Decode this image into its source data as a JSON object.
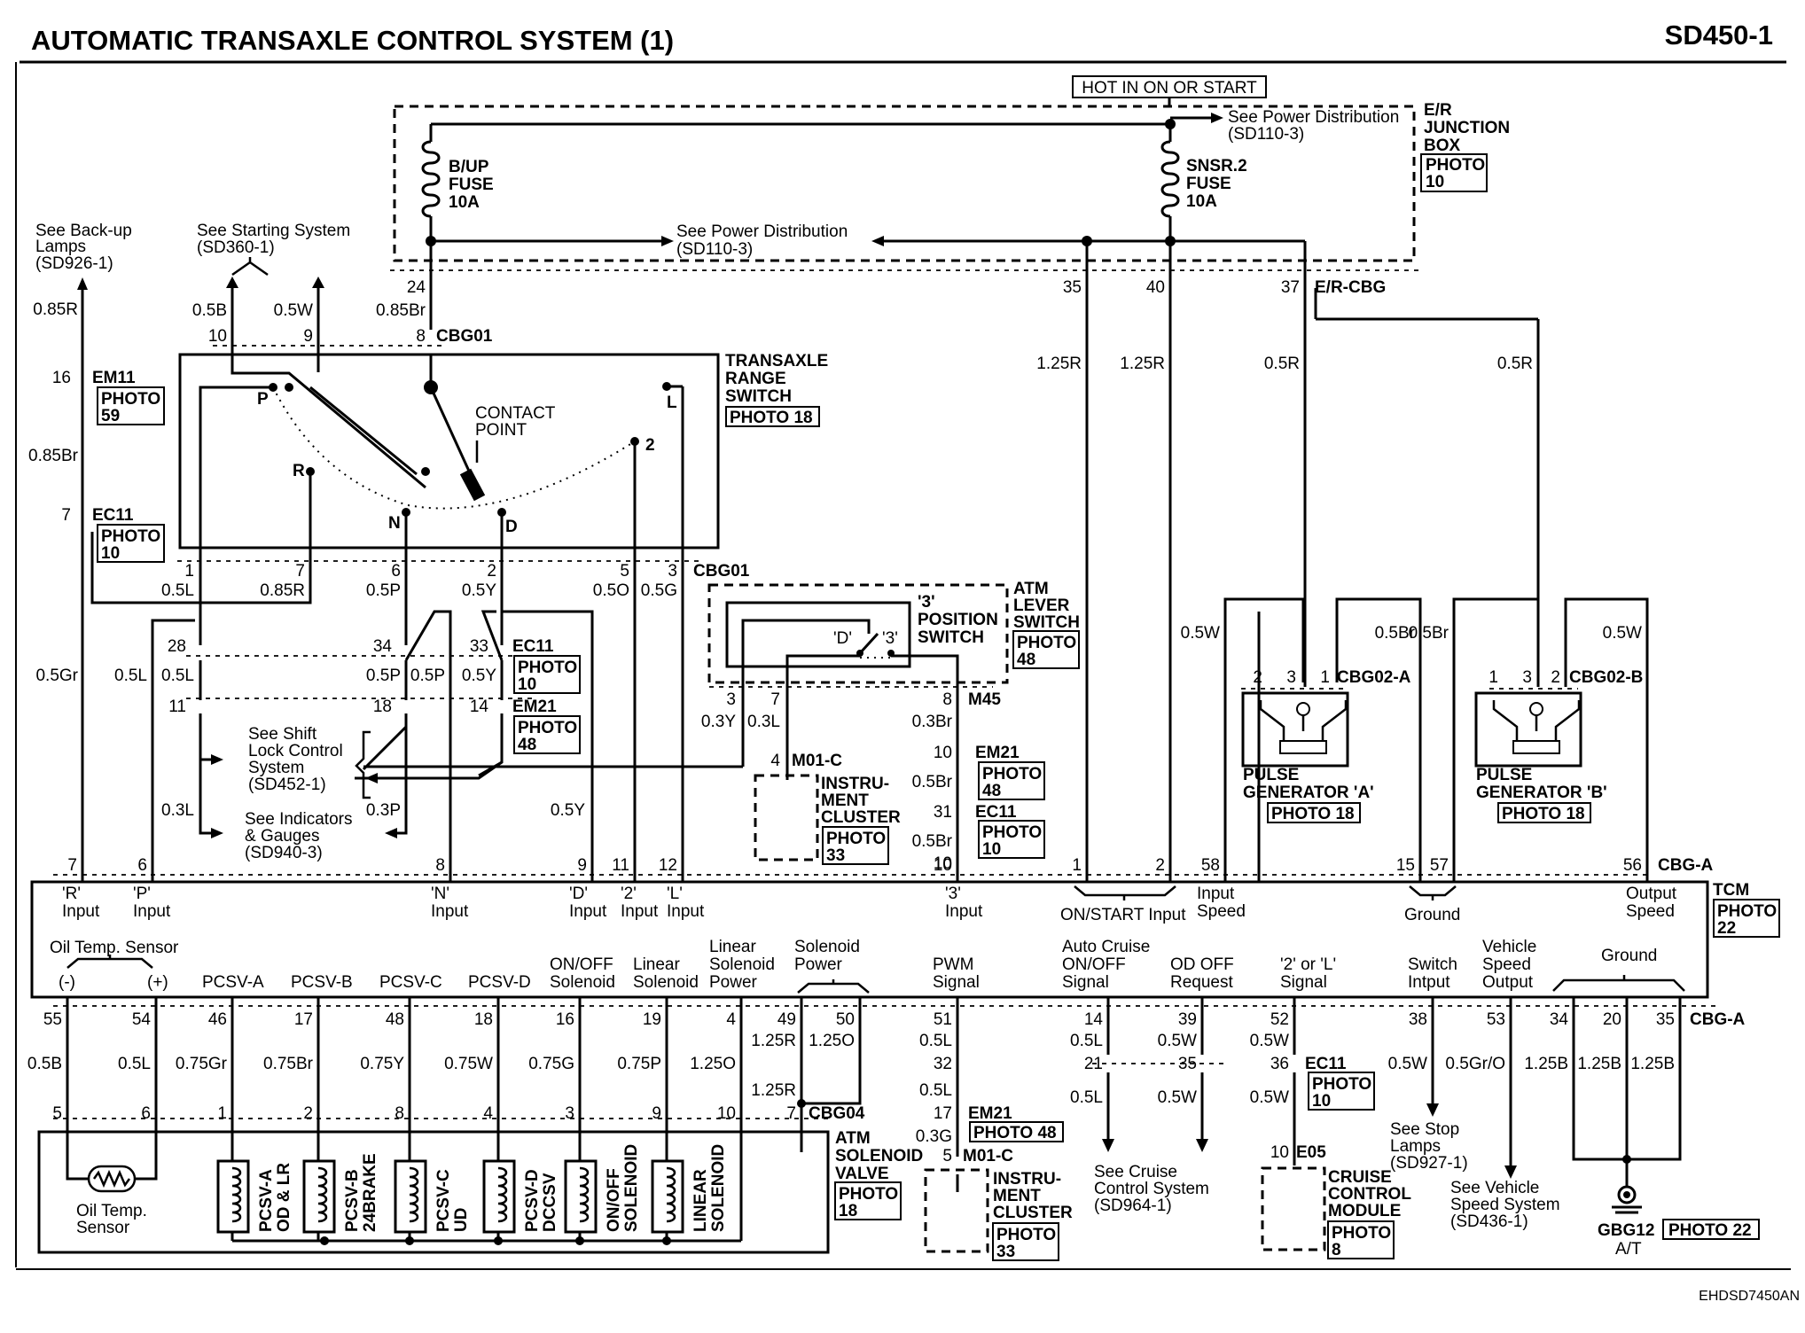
{
  "header": {
    "title": "AUTOMATIC TRANSAXLE CONTROL SYSTEM (1)",
    "code": "SD450-1"
  },
  "footer": {
    "code": "EHDSD7450AN"
  },
  "power": {
    "hot_label": "HOT IN ON OR START",
    "see_power_dist_top": "See Power Distribution",
    "see_power_dist_top_ref": "(SD110-3)",
    "see_power_dist_mid": "See Power Distribution",
    "see_power_dist_mid_ref": "(SD110-3)",
    "junction_box": [
      "E/R",
      "JUNCTION",
      "BOX"
    ],
    "junction_photo": [
      "PHOTO",
      "10"
    ],
    "fuse_bup": [
      "B/UP",
      "FUSE",
      "10A"
    ],
    "fuse_snsr": [
      "SNSR.2",
      "FUSE",
      "10A"
    ],
    "pins": {
      "p24": "24",
      "p35": "35",
      "p40": "40",
      "p37": "37",
      "er_cbg": "E/R-CBG"
    }
  },
  "backup_lamps": {
    "lines": [
      "See Back-up",
      "Lamps",
      "(SD926-1)"
    ],
    "wire": "0.85R"
  },
  "starting": {
    "lines": [
      "See Starting System",
      "(SD360-1)"
    ],
    "wire1": "0.5B",
    "wire2": "0.5W",
    "wire3": "0.85Br"
  },
  "cbg01_top": {
    "pin10": "10",
    "pin9": "9",
    "pin8": "8",
    "name": "CBG01"
  },
  "em11": {
    "pin": "16",
    "name": "EM11",
    "photo": [
      "PHOTO",
      "59"
    ],
    "wire_below": "0.85Br"
  },
  "ec11_left": {
    "pin": "7",
    "name": "EC11",
    "photo": [
      "PHOTO",
      "10"
    ]
  },
  "range_switch": {
    "title": [
      "TRANSAXLE",
      "RANGE",
      "SWITCH"
    ],
    "photo": "PHOTO 18",
    "contact": [
      "CONTACT",
      "POINT"
    ],
    "positions": {
      "P": "P",
      "R": "R",
      "N": "N",
      "D": "D",
      "two": "2",
      "L": "L"
    }
  },
  "cbg01_bottom": {
    "name": "CBG01",
    "pins": [
      "1",
      "7",
      "6",
      "2",
      "5",
      "3"
    ],
    "wires": [
      "0.5L",
      "0.85R",
      "0.5P",
      "0.5Y",
      "0.5O",
      "0.5G"
    ]
  },
  "mid_connectors": {
    "pins_top": [
      "28",
      "34",
      "33"
    ],
    "pins_bottom": [
      "11",
      "18",
      "14"
    ],
    "ec11": "EC11",
    "ec11_photo": [
      "PHOTO",
      "10"
    ],
    "em21": "EM21",
    "em21_photo": [
      "PHOTO",
      "48"
    ],
    "wires": {
      "w05gr": "0.5Gr",
      "w05l_a": "0.5L",
      "w05l_b": "0.5L",
      "w05p_a": "0.5P",
      "w05p_b": "0.5P",
      "w05y": "0.5Y",
      "w03l": "0.3L",
      "w03p": "0.3P",
      "w05y_lower": "0.5Y"
    }
  },
  "shift_lock": {
    "lines": [
      "See Shift",
      "Lock Control",
      "System",
      "(SD452-1)"
    ]
  },
  "indicators": {
    "lines": [
      "See Indicators",
      "& Gauges",
      "(SD940-3)"
    ]
  },
  "position3": {
    "switch": [
      "'3'",
      "POSITION",
      "SWITCH"
    ],
    "d_label": "'D'",
    "three_label": "'3'",
    "lever": [
      "ATM",
      "LEVER",
      "SWITCH"
    ],
    "lever_photo": [
      "PHOTO",
      "48"
    ],
    "pin3": "3",
    "pin7": "7",
    "pin8": "8",
    "m45": "M45",
    "w03y": "0.3Y",
    "w03l": "0.3L",
    "w03br": "0.3Br",
    "pin4": "4",
    "m01c": "M01-C",
    "cluster": [
      "INSTRU-",
      "MENT",
      "CLUSTER"
    ],
    "cluster_photo": [
      "PHOTO",
      "33"
    ],
    "pin10": "10",
    "em21": "EM21",
    "em21_photo": [
      "PHOTO",
      "48"
    ],
    "w05br_a": "0.5Br",
    "pin31": "31",
    "ec11": "EC11",
    "ec11_photo": [
      "PHOTO",
      "10"
    ],
    "w05br_b": "0.5Br",
    "pin10b": "10"
  },
  "right_wires": {
    "w125r_a": "1.25R",
    "w125r_b": "1.25R",
    "w05r_a": "0.5R",
    "w05r_b": "0.5R"
  },
  "pulse_a": {
    "title": [
      "PULSE",
      "GENERATOR 'A'"
    ],
    "photo": "PHOTO 18",
    "connector": "CBG02-A",
    "pins": [
      "2",
      "3",
      "1"
    ],
    "w_left": "0.5W",
    "w_right": "0.5Br"
  },
  "pulse_b": {
    "title": [
      "PULSE",
      "GENERATOR 'B'"
    ],
    "photo": "PHOTO 18",
    "connector": "CBG02-B",
    "pins": [
      "1",
      "3",
      "2"
    ],
    "w_left": "0.5Br",
    "w_right": "0.5W"
  },
  "tcm_top_pins": {
    "p7": "7",
    "p6": "6",
    "p8": "8",
    "p9": "9",
    "p11": "11",
    "p12": "12",
    "p10": "10",
    "p1": "1",
    "p2": "2",
    "p58": "58",
    "p15": "15",
    "p57": "57",
    "p56": "56",
    "conn": "CBG-A"
  },
  "tcm": {
    "name": "TCM",
    "photo": [
      "PHOTO",
      "22"
    ],
    "top": {
      "r_input": [
        "'R'",
        "Input"
      ],
      "p_input": [
        "'P'",
        "Input"
      ],
      "n_input": [
        "'N'",
        "Input"
      ],
      "d_input": [
        "'D'",
        "Input"
      ],
      "two_input": [
        "'2'",
        "Input"
      ],
      "l_input": [
        "'L'",
        "Input"
      ],
      "three_input": [
        "'3'",
        "Input"
      ],
      "onstart": "ON/START Input",
      "input_speed": [
        "Input",
        "Speed"
      ],
      "ground": "Ground",
      "output_speed": [
        "Output",
        "Speed"
      ]
    },
    "bottom": {
      "oil_temp": "Oil Temp. Sensor",
      "minus": "(-)",
      "plus": "(+)",
      "pcsv_a": "PCSV-A",
      "pcsv_b": "PCSV-B",
      "pcsv_c": "PCSV-C",
      "pcsv_d": "PCSV-D",
      "onoff": [
        "ON/OFF",
        "Solenoid"
      ],
      "linear": [
        "Linear",
        "Solenoid"
      ],
      "linear_power": [
        "Linear",
        "Solenoid",
        "Power"
      ],
      "sol_power": [
        "Solenoid",
        "Power"
      ],
      "pwm": [
        "PWM",
        "Signal"
      ],
      "auto_cruise": [
        "Auto Cruise",
        "ON/OFF",
        "Signal"
      ],
      "od_off": [
        "OD OFF",
        "Request"
      ],
      "two_or_l": [
        "'2' or 'L'",
        "Signal"
      ],
      "switch_input": [
        "Switch",
        "Intput"
      ],
      "vss": [
        "Vehicle",
        "Speed",
        "Output"
      ],
      "ground": "Ground"
    }
  },
  "bottom_pins": {
    "tcm": [
      "55",
      "54",
      "46",
      "17",
      "48",
      "18",
      "16",
      "19",
      "4",
      "49",
      "50",
      "51",
      "14",
      "39",
      "52",
      "38",
      "53",
      "34",
      "20",
      "35"
    ],
    "conn": "CBG-A",
    "wires": [
      "0.5B",
      "0.5L",
      "0.75Gr",
      "0.75Br",
      "0.75Y",
      "0.75W",
      "0.75G",
      "0.75P",
      "1.25O",
      "1.25R",
      "1.25O",
      "1.25R",
      "0.5L",
      "0.5L",
      "0.3G",
      "0.5L",
      "0.5W",
      "0.5L",
      "0.5W",
      "0.5W",
      "0.5W",
      "0.5W",
      "0.5Gr/O",
      "1.25B",
      "1.25B",
      "1.25B"
    ]
  },
  "cbg04": {
    "name": "CBG04",
    "pins": [
      "5",
      "6",
      "1",
      "2",
      "8",
      "4",
      "3",
      "9",
      "10",
      "7"
    ]
  },
  "sol_valve": {
    "title": [
      "ATM",
      "SOLENOID",
      "VALVE"
    ],
    "photo": [
      "PHOTO",
      "18"
    ],
    "oil": [
      "Oil Temp.",
      "Sensor"
    ],
    "sol_a": [
      "PCSV-A",
      "OD & LR"
    ],
    "sol_b": [
      "PCSV-B",
      "24BRAKE"
    ],
    "sol_c": [
      "PCSV-C",
      "UD"
    ],
    "sol_d": [
      "PCSV-D",
      "DCCSV"
    ],
    "sol_e": [
      "ON/OFF",
      "SOLENOID"
    ],
    "sol_f": [
      "LINEAR",
      "SOLENOID"
    ]
  },
  "pwm_chain": {
    "p32": "32",
    "p17": "17",
    "em21": "EM21",
    "em21_photo": "PHOTO 48",
    "p5": "5",
    "m01c": "M01-C",
    "cluster": [
      "INSTRU-",
      "MENT",
      "CLUSTER"
    ],
    "cluster_photo": [
      "PHOTO",
      "33"
    ]
  },
  "cruise": {
    "p21": "21",
    "p35": "35",
    "see": [
      "See Cruise",
      "Control System",
      "(SD964-1)"
    ],
    "p36": "36",
    "ec11": "EC11",
    "ec11_photo": [
      "PHOTO",
      "10"
    ],
    "p10": "10",
    "e05": "E05",
    "module": [
      "CRUISE",
      "CONTROL",
      "MODULE"
    ],
    "module_photo": [
      "PHOTO",
      "8"
    ]
  },
  "stop_lamps": [
    "See Stop",
    "Lamps",
    "(SD927-1)"
  ],
  "vss_see": [
    "See Vehicle",
    "Speed System",
    "(SD436-1)"
  ],
  "ground": {
    "name": "GBG12",
    "sub": "A/T",
    "photo": "PHOTO 22"
  }
}
